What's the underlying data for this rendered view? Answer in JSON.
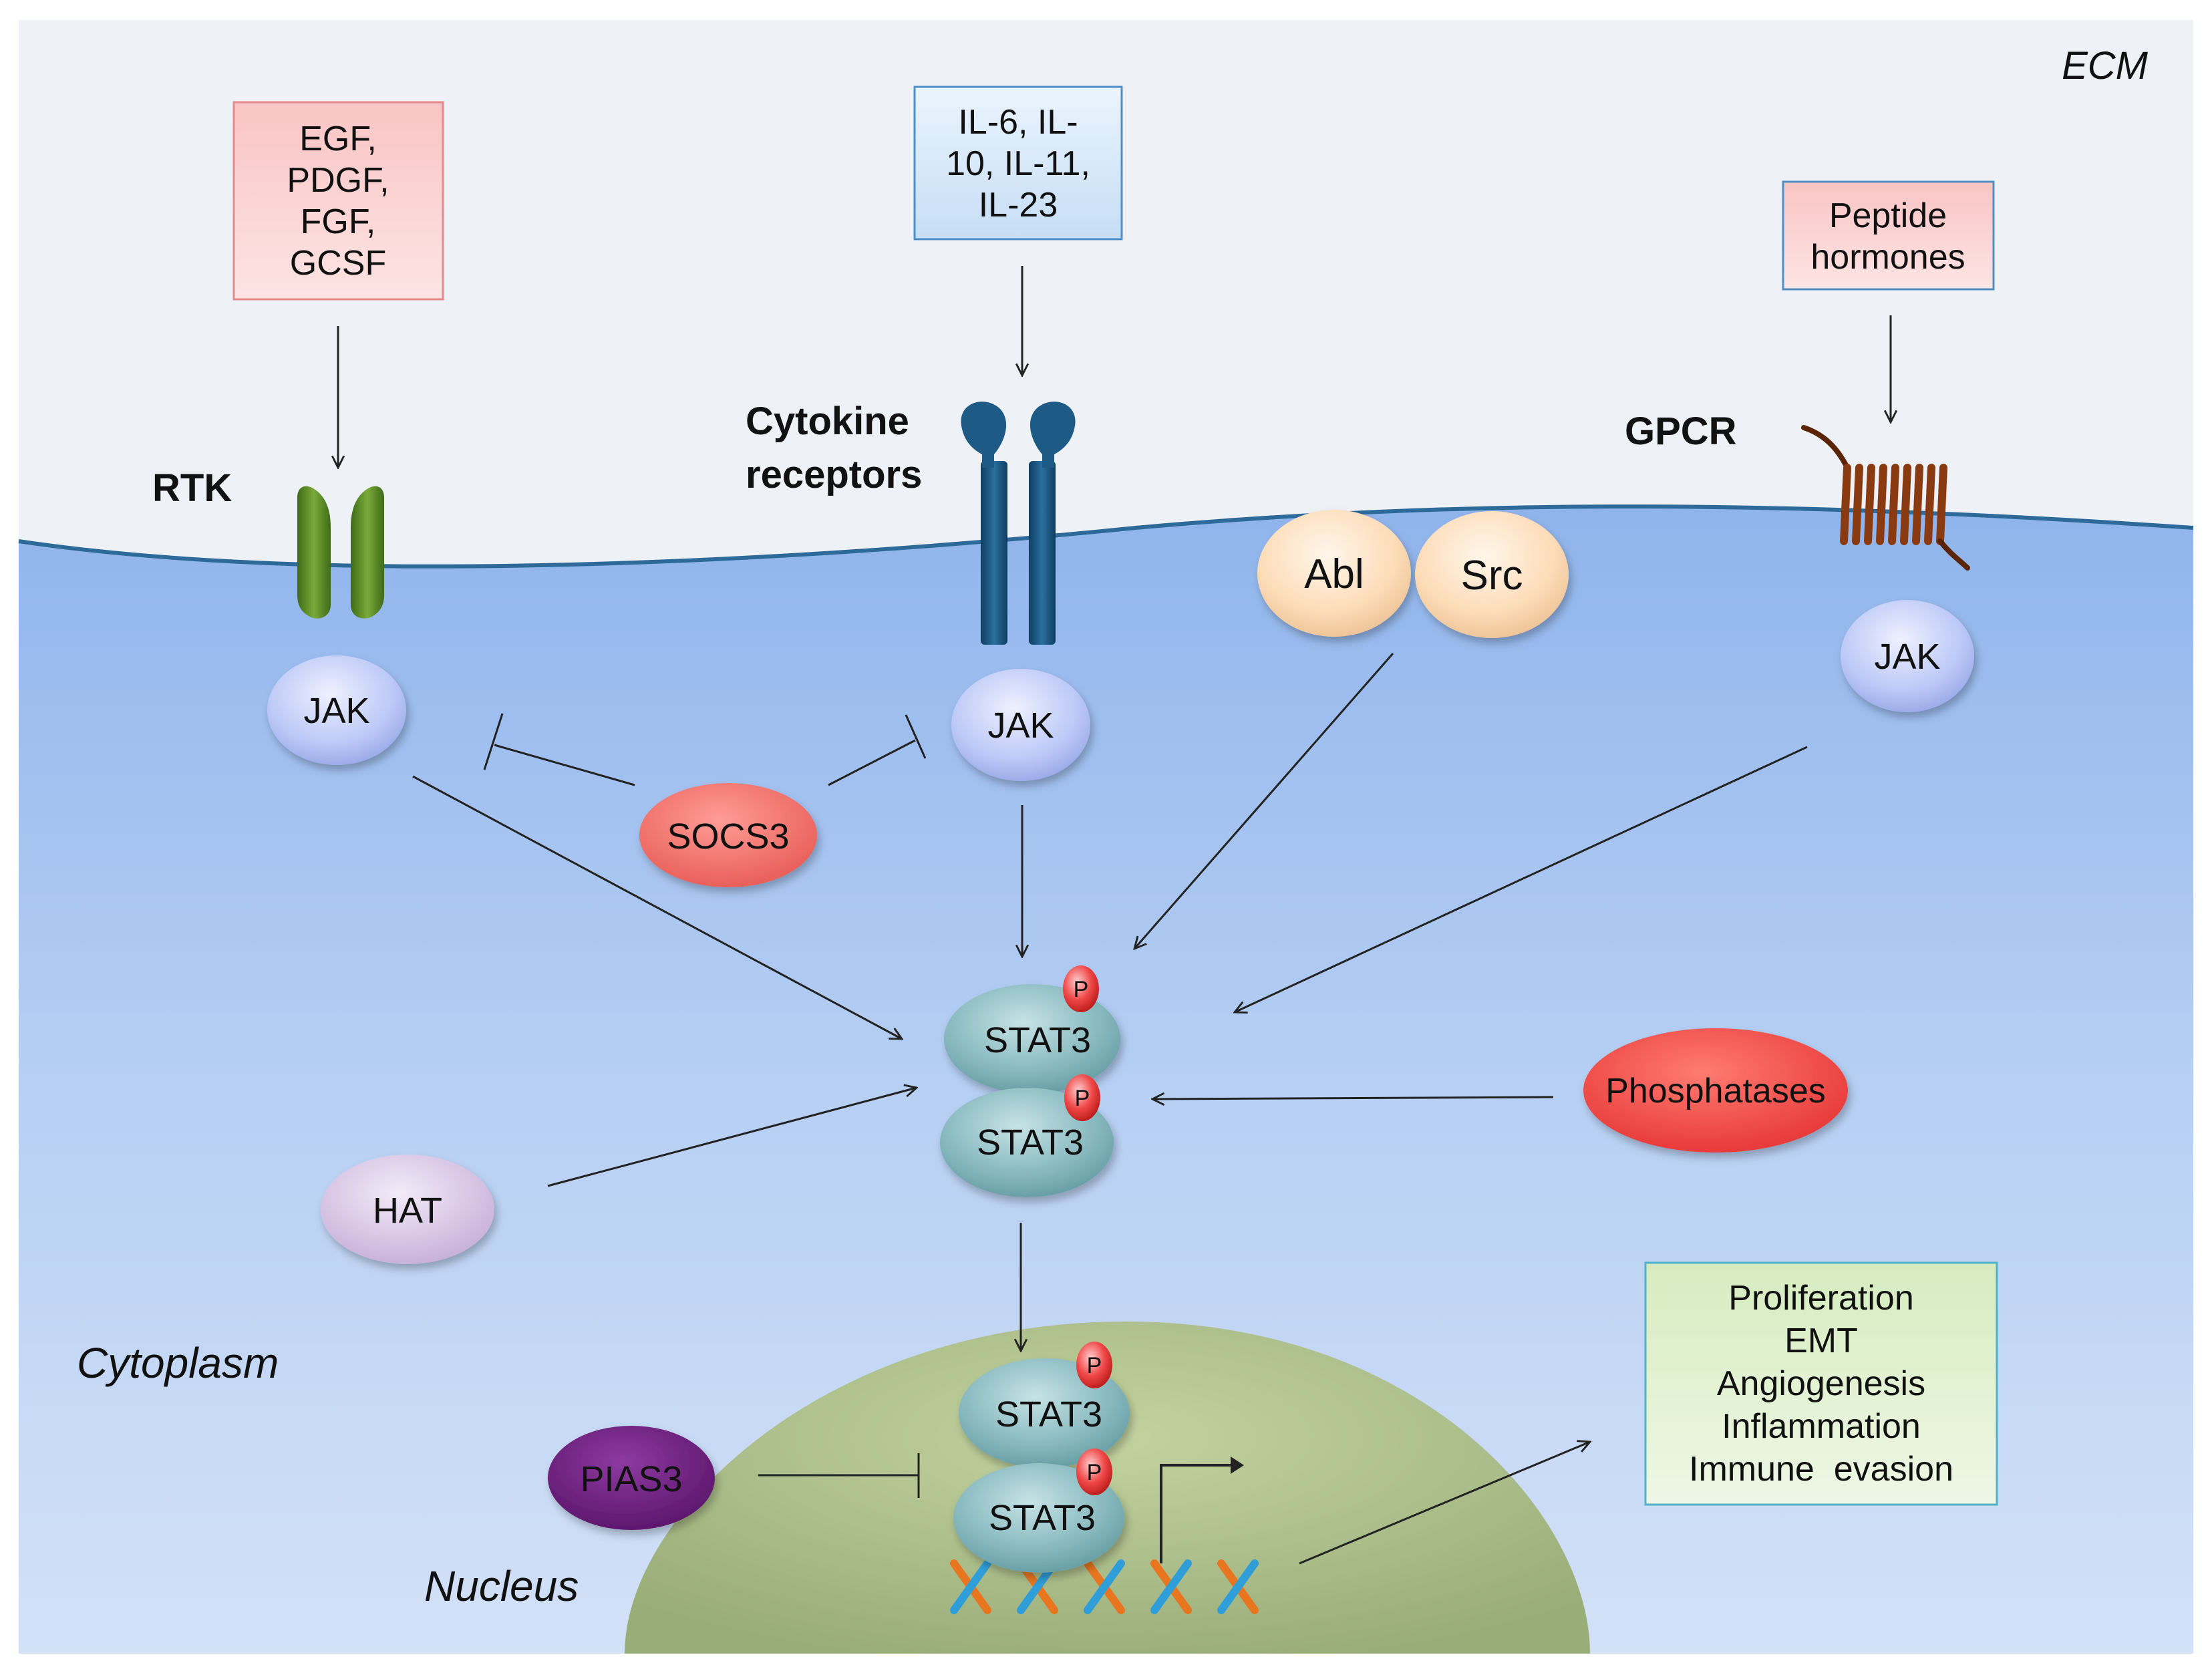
{
  "regions": {
    "ecm": "ECM",
    "cytoplasm": "Cytoplasm",
    "nucleus": "Nucleus"
  },
  "ligands": {
    "rtk": [
      "EGF,",
      "PDGF,",
      "FGF,",
      "GCSF"
    ],
    "cytokine": [
      "IL-6, IL-",
      "10, IL-11,",
      "IL-23"
    ],
    "gpcr": [
      "Peptide",
      "hormones"
    ]
  },
  "receptors": {
    "rtk": "RTK",
    "cytokine": [
      "Cytokine",
      "receptors"
    ],
    "gpcr": "GPCR"
  },
  "kinases": {
    "jak_rtk": "JAK",
    "jak_cytokine": "JAK",
    "jak_gpcr": "JAK",
    "abl": "Abl",
    "src": "Src"
  },
  "regulators": {
    "socs3": "SOCS3",
    "hat": "HAT",
    "phosphatases": "Phosphatases",
    "pias3": "PIAS3"
  },
  "stat3": {
    "label": "STAT3",
    "phospho": "P"
  },
  "outcomes": [
    "Proliferation",
    "EMT",
    "Angiogenesis",
    "Inflammation",
    "Immune  evasion"
  ],
  "colors": {
    "ecm": "#eef1f6",
    "cytoplasm": "#b4cdf2",
    "nucleus": "#b3c58f",
    "rtk_box": "#fbd0d0",
    "cytokine_box": "#d6e9f9",
    "outcome_box": "#e1f1d0",
    "jak": "#b8c6f6",
    "socs3": "#f26a64",
    "phosphatases": "#ee4646",
    "hat": "#d9c5e6",
    "pias3": "#6b1d7c",
    "stat3": "#7fb0b6",
    "abl_src": "#fbdcba",
    "rtk_receptor": "#5c8a2a",
    "cytokine_receptor": "#1d5a86",
    "gpcr_receptor": "#8a3a10"
  }
}
